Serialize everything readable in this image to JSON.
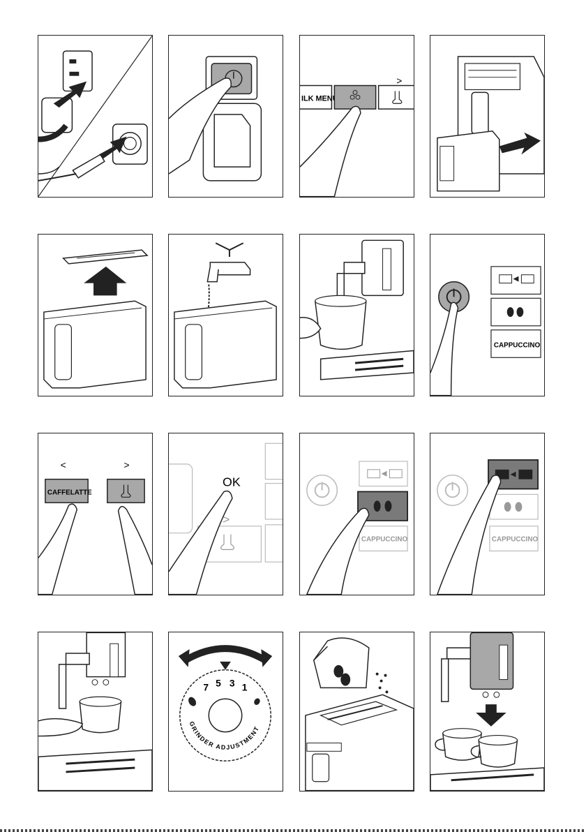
{
  "labels": {
    "milk_menu": "ILK MENU",
    "caffelatte": "CAFFELATTE",
    "ok": "OK",
    "cappuccino": "CAPPUCCINO",
    "arrow_right": ">",
    "arrow_left": "<",
    "dial_numbers": [
      "7",
      "5",
      "3",
      "1"
    ],
    "grinder_text": "GRINDER ADJUSTMENT"
  },
  "colors": {
    "highlight": "#a8a8a8",
    "dark_highlight": "#7a7a7a",
    "line": "#1a1a1a"
  }
}
